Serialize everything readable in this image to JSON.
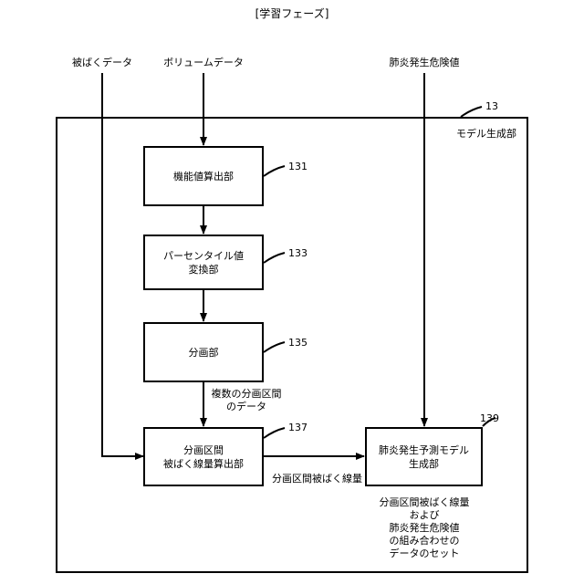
{
  "title": "[学習フェーズ]",
  "inputs": {
    "exposure": "被ばくデータ",
    "volume": "ボリュームデータ",
    "risk": "肺炎発生危険値"
  },
  "module": {
    "ref": "13",
    "label": "モデル生成部"
  },
  "blocks": {
    "b131": {
      "ref": "131",
      "line1": "機能値算出部"
    },
    "b133": {
      "ref": "133",
      "line1": "パーセンタイル値",
      "line2": "変換部"
    },
    "b135": {
      "ref": "135",
      "line1": "分画部"
    },
    "b137": {
      "ref": "137",
      "line1": "分画区間",
      "line2": "被ばく線量算出部"
    },
    "b139": {
      "ref": "139",
      "line1": "肺炎発生予測モデル",
      "line2": "生成部"
    }
  },
  "edges": {
    "e135_137_line1": "複数の分画区間",
    "e135_137_line2": "のデータ",
    "e137_139": "分画区間被ばく線量"
  },
  "note": {
    "line1": "分画区間被ばく線量",
    "line2": "および",
    "line3": "肺炎発生危険値",
    "line4": "の組み合わせの",
    "line5": "データのセット"
  }
}
